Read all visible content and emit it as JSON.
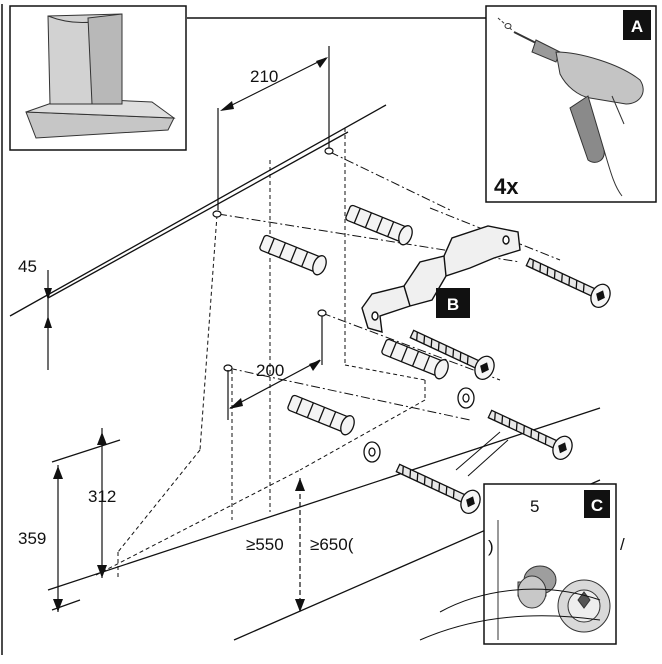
{
  "dimensions": {
    "d210": "210",
    "d45": "45",
    "d200": "200",
    "d312": "312",
    "d359": "359",
    "d550": "≥550",
    "d650": "≥650(",
    "d5": "5"
  },
  "callouts": {
    "a": "A",
    "b": "B",
    "c": "C",
    "count": "4x"
  },
  "stray_glyphs": {
    "left_paren": ")",
    "slash": "/"
  },
  "colors": {
    "ink": "#111111",
    "panel_fill": "#ffffff",
    "drill_body": "#bdbdbd",
    "drill_handle": "#8a8a8a",
    "hood_fill": "#cfcfcf"
  }
}
